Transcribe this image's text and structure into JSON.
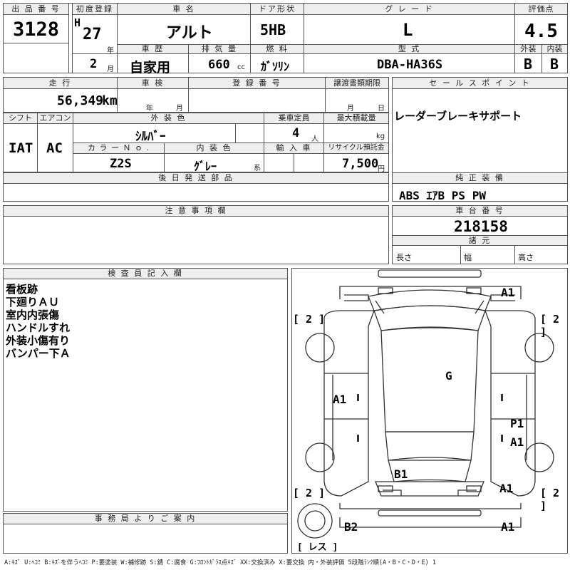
{
  "header": {
    "lot_no_label": "出 品 番 号",
    "lot_no": "3128",
    "first_reg_label": "初度登録",
    "era": "H",
    "year": "27",
    "year_unit": "年",
    "month": "2",
    "month_unit": "月",
    "car_name_label": "車 名",
    "car_name": "アルト",
    "door_label": "ドア形状",
    "door": "5HB",
    "grade_label": "グ レ ー ド",
    "grade": "L",
    "score_label": "評価点",
    "score": "4.5",
    "history_label": "車 歴",
    "history": "自家用",
    "displacement_label": "排 気 量",
    "displacement": "660",
    "displacement_unit": "cc",
    "fuel_label": "燃 料",
    "fuel": "ｶﾞｿﾘﾝ",
    "model_label": "型 式",
    "model": "DBA-HA36S",
    "exterior_label": "外装",
    "exterior": "B",
    "interior_label": "内装",
    "interior": "B"
  },
  "row2": {
    "mileage_label": "走 行",
    "mileage": "56,349",
    "mileage_unit": "km",
    "inspection_label": "車 検",
    "insp_year_unit": "年",
    "insp_month_unit": "月",
    "reg_no_label": "登 録 番 号",
    "transfer_label": "譲渡書類期限",
    "transfer_month_unit": "月",
    "transfer_day_unit": "日",
    "sales_point_label": "セ ー ル ス ポ イ ン ト",
    "sales_point": "レーダーブレーキサポート"
  },
  "row3": {
    "shift_label": "シフト",
    "shift": "IAT",
    "ac_label": "エアコン",
    "ac": "AC",
    "ext_color_label": "外 装 色",
    "ext_color": "ｼﾙﾊﾞｰ",
    "capacity_label": "乗車定員",
    "capacity": "4",
    "capacity_unit": "人",
    "load_label": "最大積載量",
    "load_unit": "kg",
    "color_no_label": "カ ラ ー Ｎ ｏ .",
    "color_no": "Z2S",
    "int_color_label": "内 装 色",
    "int_color": "ｸﾞﾚｰ",
    "int_color_unit": "系",
    "import_label": "輸 入 車",
    "recycle_label": "リサイクル預託金",
    "recycle": "7,500",
    "recycle_unit": "円"
  },
  "later_parts_label": "後 日 発 送 部 品",
  "equipment": {
    "label": "純 正 装 備",
    "value": "ABS ｴｱB PS PW"
  },
  "notes_label": "注 意 事 項 欄",
  "chassis": {
    "label": "車 台 番 号",
    "value": "218158"
  },
  "specs": {
    "label": "諸 元",
    "length": "長さ",
    "width": "幅",
    "height": "高さ"
  },
  "inspector": {
    "label": "検 査 員 記 入 欄",
    "lines": [
      "看板跡",
      "下廻りＡＵ",
      "室内内張傷",
      "ハンドルすれ",
      "外装小傷有り",
      "バンパー下Ａ"
    ]
  },
  "office_label": "事 務 局 よ り ご 案 内",
  "diagram": {
    "marks": {
      "top_right": "A1",
      "left_door": "A1",
      "roof": "G",
      "right_rear_p": "P1",
      "right_rear_a": "A1",
      "rear_center": "B1",
      "rear_right": "A1",
      "bottom_left": "B2",
      "bottom_right": "A1"
    },
    "tire_tl": "[ 2 ]",
    "tire_tr": "[ 2 ]",
    "tire_bl": "[ 2 ]",
    "tire_br": "[ 2 ]",
    "spare": "[ レス ]"
  },
  "legend": "A:ｷｽﾞ U:ﾍｺﾐ B:ｷｽﾞを伴うﾍｺﾐ P:要塗装 W:補修跡 S:錆 C:腐食 G:ﾌﾛﾝﾄｶﾞﾗｽ点ｷｽﾞ XX:交換済み X:要交換 内・外装評価 5段階ﾗﾝｸ順(A・B・C・D・E) 1"
}
